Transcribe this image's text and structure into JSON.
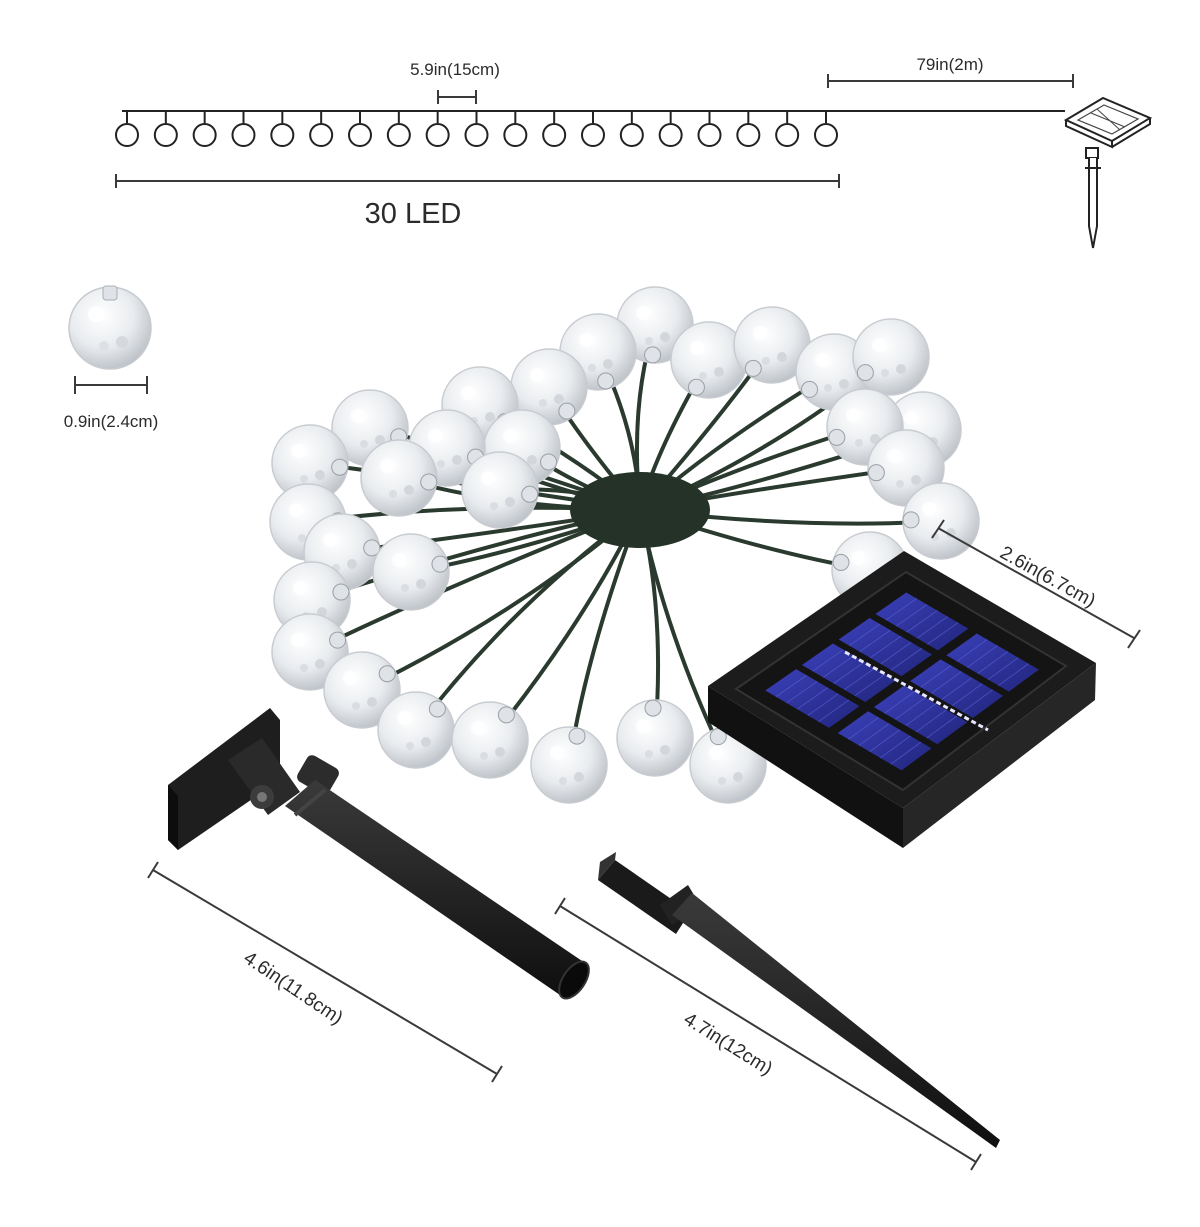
{
  "dimensions": {
    "bulb_spacing": "5.9in(15cm)",
    "lead_cable": "79in(2m)",
    "led_count": "30 LED",
    "bulb_diameter": "0.9in(2.4cm)",
    "panel_width": "2.6in(6.7cm)",
    "holder_length": "4.6in(11.8cm)",
    "spike_length": "4.7in(12cm)"
  },
  "colors": {
    "cable": "#2a3a2e",
    "panel_frame": "#1c1c1c",
    "solar_cell": "#2a2f9a",
    "bulb": "#e6e9ec",
    "dimension_line": "#3a3a3a"
  },
  "icons": {
    "bulb": "globe-bulb-icon",
    "solar_panel": "solar-panel-icon",
    "stake": "ground-stake-icon"
  },
  "schematic_bulb_count": 19
}
